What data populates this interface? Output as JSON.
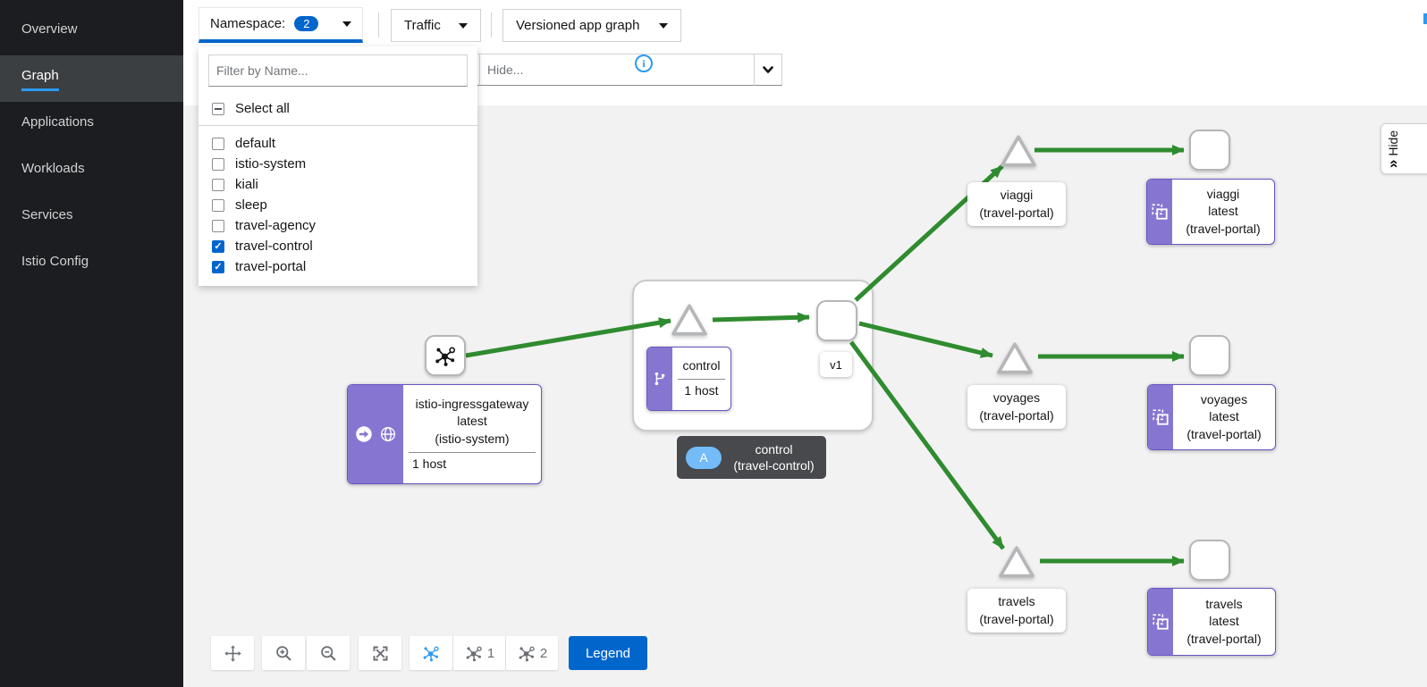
{
  "sidebar": {
    "items": [
      {
        "label": "Overview"
      },
      {
        "label": "Graph"
      },
      {
        "label": "Applications"
      },
      {
        "label": "Workloads"
      },
      {
        "label": "Services"
      },
      {
        "label": "Istio Config"
      }
    ]
  },
  "header": {
    "namespace_button": {
      "label": "Namespace:",
      "count": "2"
    },
    "traffic_button": {
      "label": "Traffic"
    },
    "graph_type_button": {
      "label": "Versioned app graph"
    },
    "hide_input": {
      "placeholder": "Hide..."
    }
  },
  "namespace_menu": {
    "filter_placeholder": "Filter by Name...",
    "select_all_label": "Select all",
    "options": [
      {
        "label": "default",
        "checked": false
      },
      {
        "label": "istio-system",
        "checked": false
      },
      {
        "label": "kiali",
        "checked": false
      },
      {
        "label": "sleep",
        "checked": false
      },
      {
        "label": "travel-agency",
        "checked": false
      },
      {
        "label": "travel-control",
        "checked": true
      },
      {
        "label": "travel-portal",
        "checked": true
      }
    ]
  },
  "graph": {
    "ingress": {
      "line1": "istio-ingressgateway",
      "line2": "latest",
      "line3": "(istio-system)",
      "hosts": "1 host"
    },
    "control_vs": {
      "name": "control",
      "hosts": "1 host"
    },
    "version_badge": "v1",
    "services": [
      {
        "name": "viaggi",
        "ns": "(travel-portal)"
      },
      {
        "name": "voyages",
        "ns": "(travel-portal)"
      },
      {
        "name": "travels",
        "ns": "(travel-portal)"
      }
    ],
    "apps": [
      {
        "name": "viaggi",
        "version": "latest",
        "ns": "(travel-portal)"
      },
      {
        "name": "voyages",
        "version": "latest",
        "ns": "(travel-portal)"
      },
      {
        "name": "travels",
        "version": "latest",
        "ns": "(travel-portal)"
      }
    ],
    "hover_label": {
      "badge": "A",
      "name": "control",
      "ns": "(travel-control)"
    }
  },
  "canvas_toolbar": {
    "mesh1_count": "1",
    "mesh2_count": "2",
    "legend_label": "Legend"
  },
  "side_panel_tab": {
    "chevron": "»",
    "label": "Hide"
  },
  "colors": {
    "accent": "#0066cc",
    "edge_green": "#2f8b2f",
    "node_purple": "#8776d1",
    "badge_blue": "#73bcf7",
    "nav_underline": "#2b9af3"
  }
}
